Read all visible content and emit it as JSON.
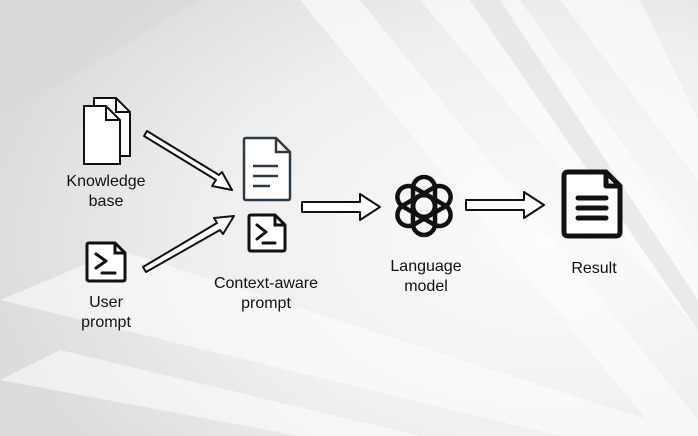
{
  "diagram": {
    "nodes": {
      "knowledge_base": {
        "label": "Knowledge\nbase",
        "icon": "documents-icon"
      },
      "user_prompt": {
        "label": "User\nprompt",
        "icon": "terminal-prompt-icon"
      },
      "context_aware_prompt": {
        "label": "Context-aware\nprompt",
        "icon": "document-with-prompt-icon"
      },
      "language_model": {
        "label": "Language\nmodel",
        "icon": "llm-knot-logo-icon"
      },
      "result": {
        "label": "Result",
        "icon": "result-document-icon"
      }
    },
    "edges": [
      {
        "from": "knowledge_base",
        "to": "context_aware_prompt"
      },
      {
        "from": "user_prompt",
        "to": "context_aware_prompt"
      },
      {
        "from": "context_aware_prompt",
        "to": "language_model"
      },
      {
        "from": "language_model",
        "to": "result"
      }
    ],
    "colors": {
      "ink": "#111111",
      "doc_outline": "#2f3a44",
      "arrow_fill": "#ffffff"
    }
  }
}
